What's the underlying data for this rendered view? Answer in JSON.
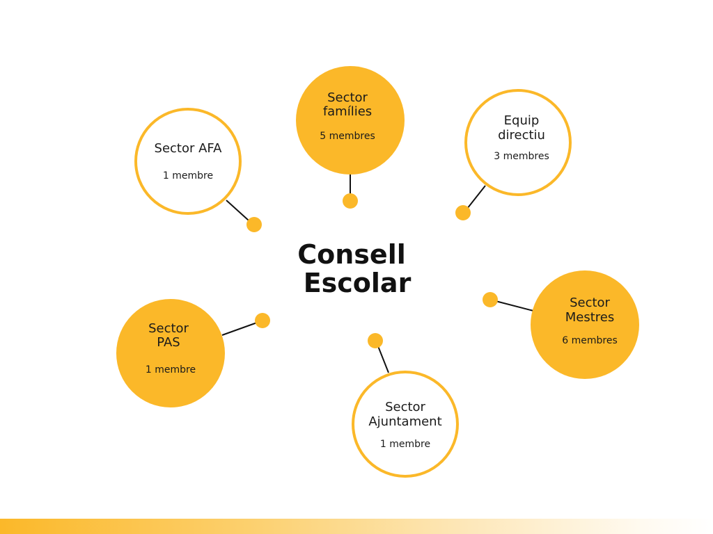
{
  "title": {
    "line1": "Consell",
    "line2": "Escolar"
  },
  "accent_color": "#FBB829",
  "nodes": [
    {
      "line1": "Sector AFA",
      "line2": "",
      "members": "1 membre",
      "style": "outline"
    },
    {
      "line1": "Sector",
      "line2": "famílies",
      "members": "5 membres",
      "style": "filled"
    },
    {
      "line1": "Equip",
      "line2": "directiu",
      "members": "3 membres",
      "style": "outline"
    },
    {
      "line1": "Sector",
      "line2": "Mestres",
      "members": "6 membres",
      "style": "filled"
    },
    {
      "line1": "Sector",
      "line2": "Ajuntament",
      "members": "1 membre",
      "style": "outline"
    },
    {
      "line1": "Sector",
      "line2": "PAS",
      "members": "1 membre",
      "style": "filled"
    }
  ]
}
